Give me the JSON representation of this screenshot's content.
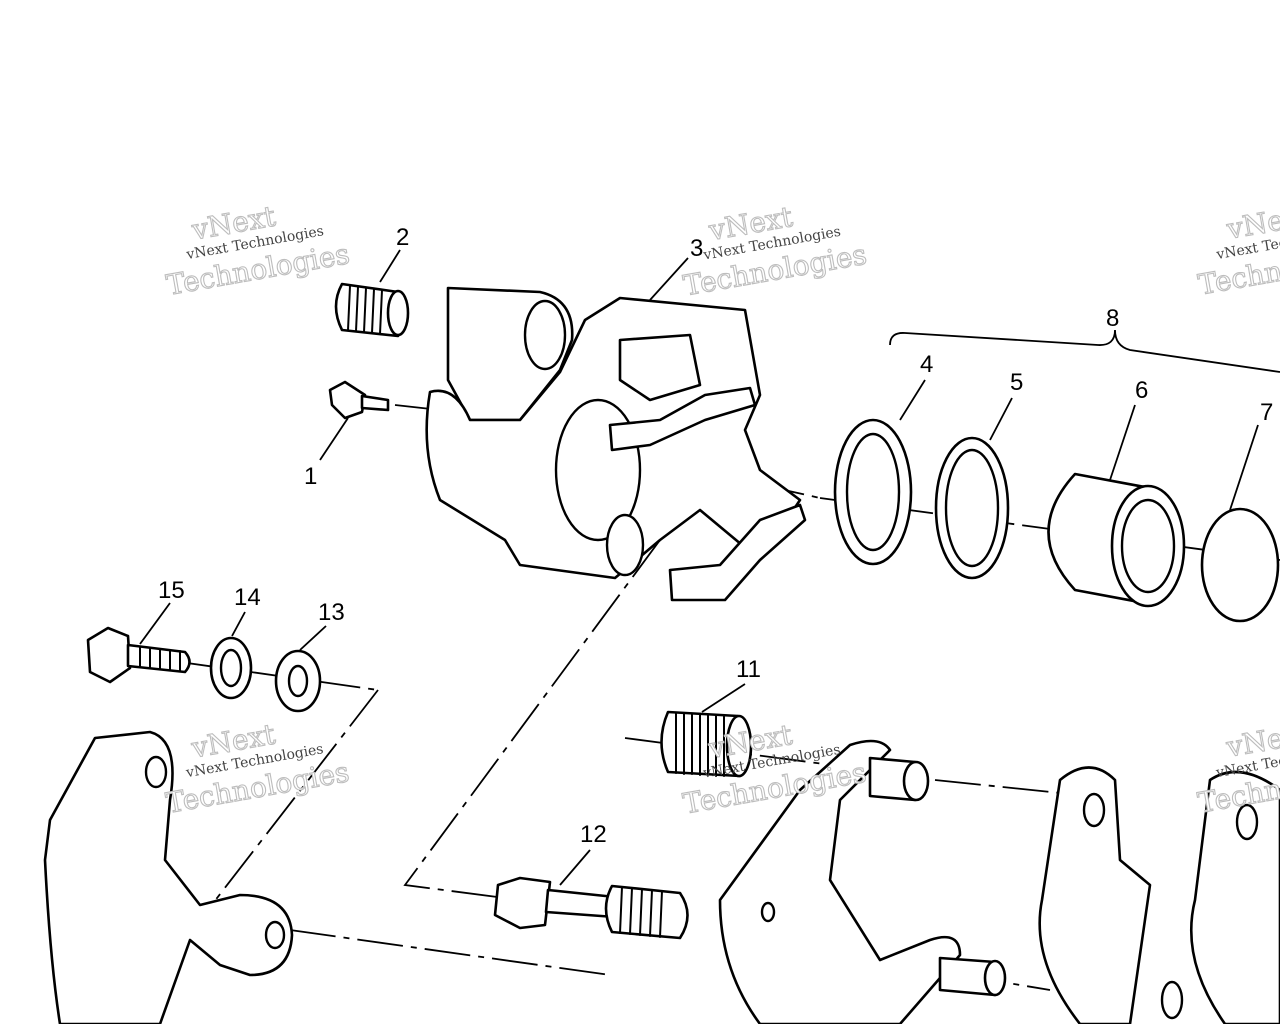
{
  "colors": {
    "line": "#000000",
    "background": "#ffffff",
    "watermark": "#bdbdbd"
  },
  "callouts": {
    "c1": "1",
    "c2": "2",
    "c3": "3",
    "c4": "4",
    "c5": "5",
    "c6": "6",
    "c7": "7",
    "c8": "8",
    "c11": "11",
    "c12": "12",
    "c13": "13",
    "c14": "14",
    "c15": "15"
  },
  "watermark": {
    "small": "vNext Technologies",
    "big_top": "vNext",
    "big_bottom": "Technologies"
  }
}
